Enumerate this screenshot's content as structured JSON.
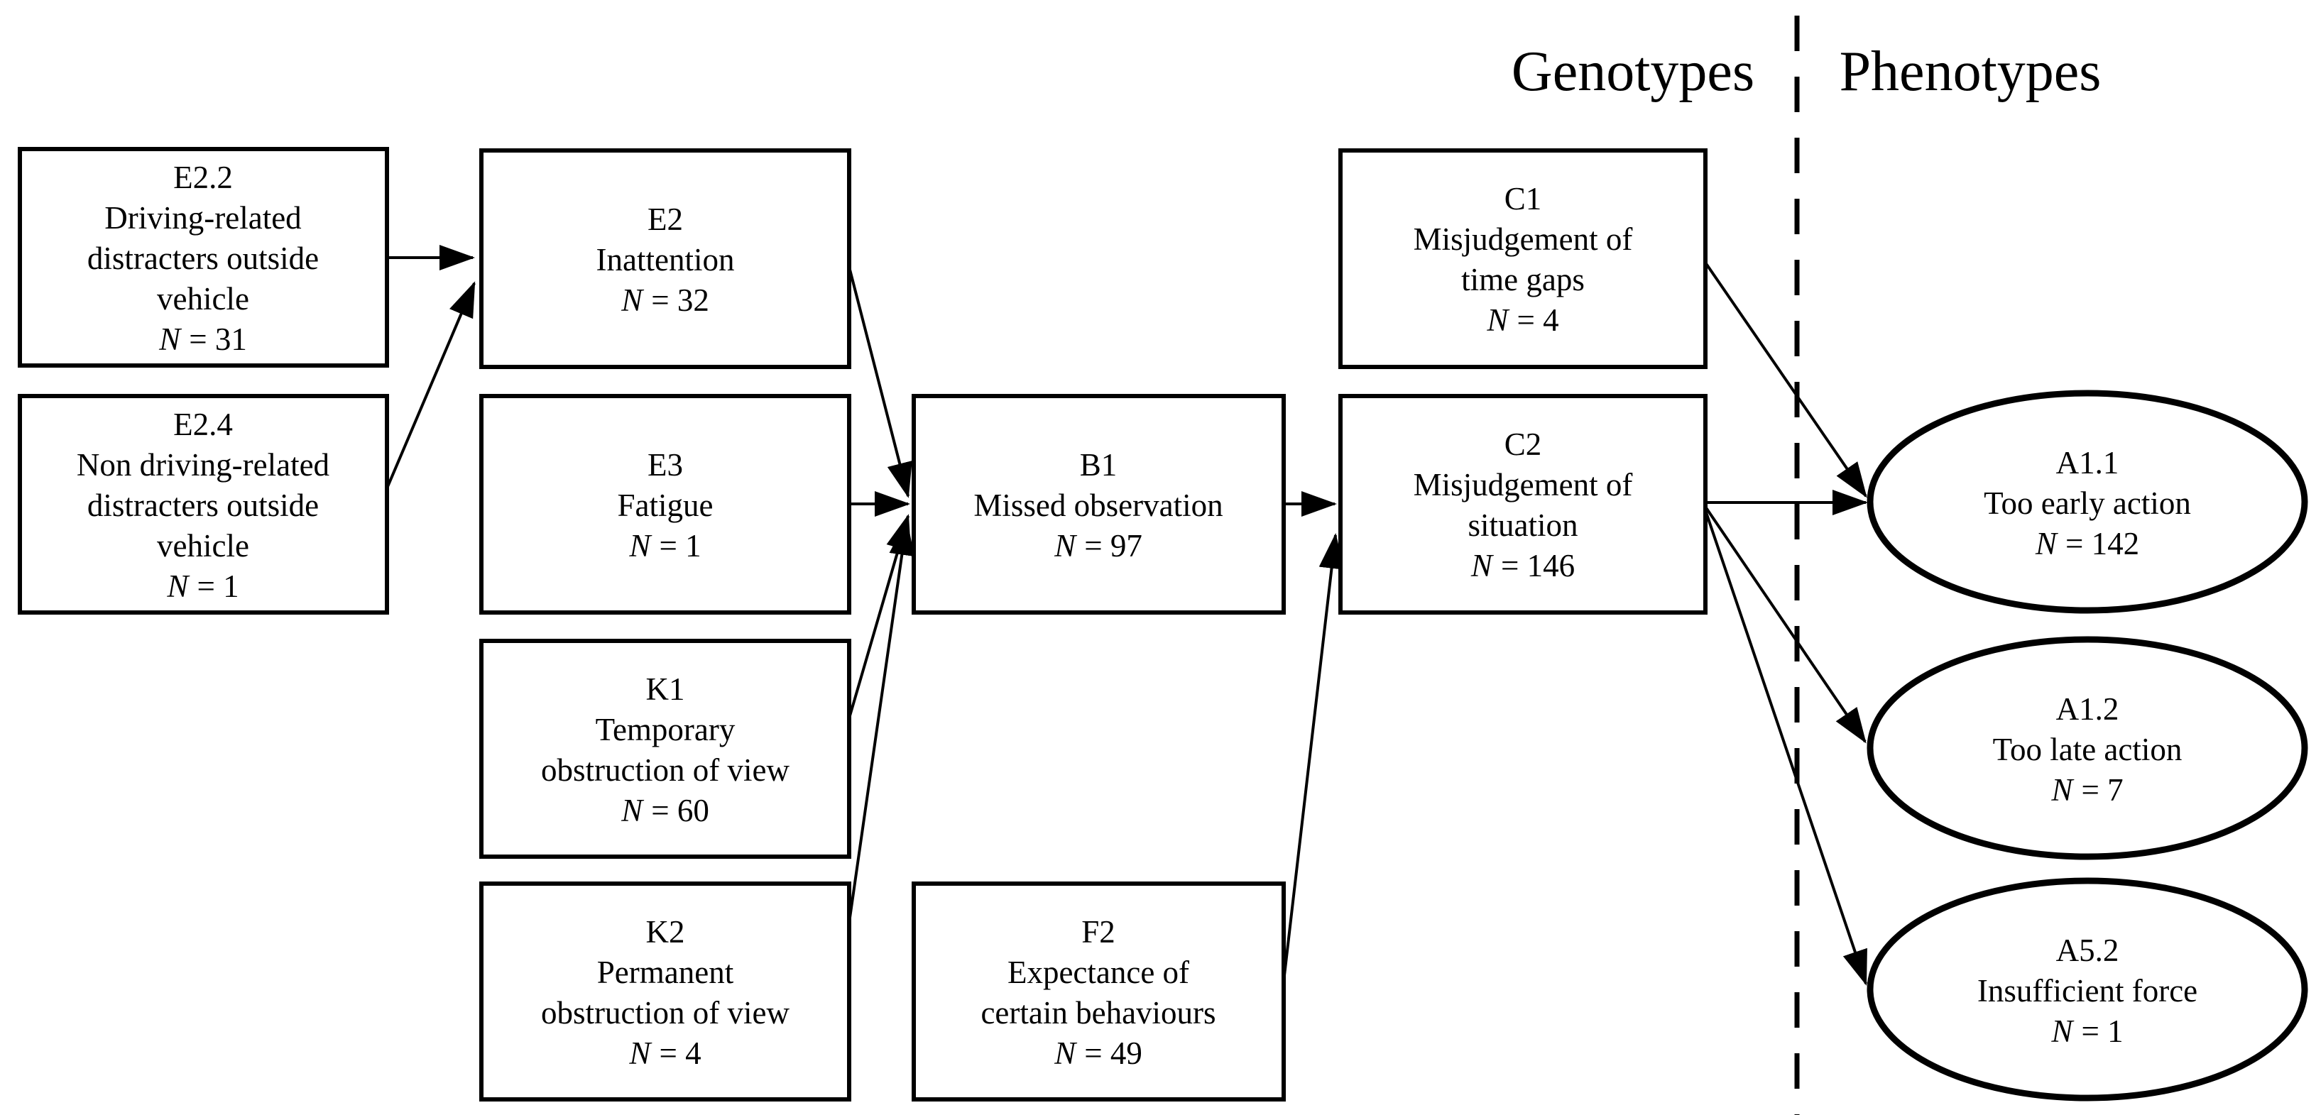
{
  "title_row": {
    "genotypes": "Genotypes",
    "phenotypes": "Phenotypes"
  },
  "nodes": {
    "e2_2": {
      "code": "E2.2",
      "line1": "Driving-related",
      "line2": "distracters outside",
      "line3": "vehicle",
      "n_label": "N",
      "n_value": "= 31"
    },
    "e2_4": {
      "code": "E2.4",
      "line1": "Non driving-related",
      "line2": "distracters outside",
      "line3": "vehicle",
      "n_label": "N",
      "n_value": "= 1"
    },
    "e2": {
      "code": "E2",
      "line1": "Inattention",
      "n_label": "N",
      "n_value": "= 32"
    },
    "e3": {
      "code": "E3",
      "line1": "Fatigue",
      "n_label": "N",
      "n_value": "= 1"
    },
    "k1": {
      "code": "K1",
      "line1": "Temporary",
      "line2": "obstruction of view",
      "n_label": "N",
      "n_value": "= 60"
    },
    "k2": {
      "code": "K2",
      "line1": "Permanent",
      "line2": "obstruction of view",
      "n_label": "N",
      "n_value": "= 4"
    },
    "b1": {
      "code": "B1",
      "line1": "Missed observation",
      "n_label": "N",
      "n_value": "= 97"
    },
    "f2": {
      "code": "F2",
      "line1": "Expectance of",
      "line2": "certain behaviours",
      "n_label": "N",
      "n_value": "= 49"
    },
    "c1": {
      "code": "C1",
      "line1": "Misjudgement of",
      "line2": "time gaps",
      "n_label": "N",
      "n_value": "= 4"
    },
    "c2": {
      "code": "C2",
      "line1": "Misjudgement of",
      "line2": "situation",
      "n_label": "N",
      "n_value": "= 146"
    },
    "a1_1": {
      "code": "A1.1",
      "line1": "Too early action",
      "n_label": "N",
      "n_value": "= 142"
    },
    "a1_2": {
      "code": "A1.2",
      "line1": "Too late action",
      "n_label": "N",
      "n_value": "= 7"
    },
    "a5_2": {
      "code": "A5.2",
      "line1": "Insufficient force",
      "n_label": "N",
      "n_value": "= 1"
    }
  },
  "edges": [
    {
      "from": "E2.2",
      "to": "E2"
    },
    {
      "from": "E2.4",
      "to": "E2"
    },
    {
      "from": "E2",
      "to": "B1"
    },
    {
      "from": "E3",
      "to": "B1"
    },
    {
      "from": "K1",
      "to": "B1"
    },
    {
      "from": "K2",
      "to": "B1"
    },
    {
      "from": "B1",
      "to": "C2"
    },
    {
      "from": "F2",
      "to": "C2"
    },
    {
      "from": "C1",
      "to": "A1.1"
    },
    {
      "from": "C2",
      "to": "A1.1"
    },
    {
      "from": "C2",
      "to": "A1.2"
    },
    {
      "from": "C2",
      "to": "A5.2"
    }
  ],
  "colors": {
    "ink": "#000000",
    "background": "#ffffff"
  }
}
